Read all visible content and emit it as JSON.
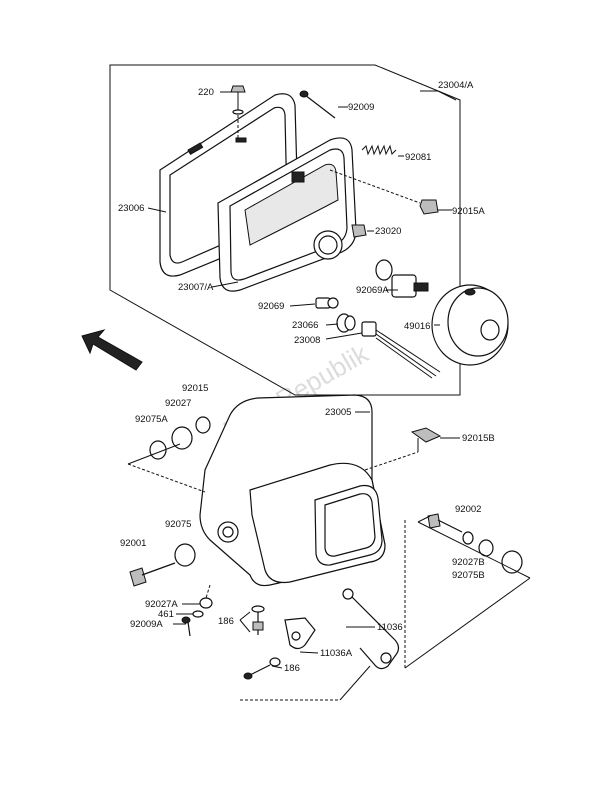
{
  "watermark": "PartsRepublik",
  "labels": {
    "p220": "220",
    "p92009": "92009",
    "p23004A": "23004/A",
    "p92081": "92081",
    "p23006": "23006",
    "p92015A": "92015A",
    "p23020": "23020",
    "p23007A": "23007/A",
    "p92069A": "92069A",
    "p92069": "92069",
    "p49016": "49016",
    "p23066": "23066",
    "p23008": "23008",
    "p92015": "92015",
    "p92027": "92027",
    "p92075A": "92075A",
    "p23005": "23005",
    "p92015B": "92015B",
    "p92002": "92002",
    "p92075": "92075",
    "p92001": "92001",
    "p92027B": "92027B",
    "p92075B": "92075B",
    "p92027A": "92027A",
    "p461": "461",
    "p92009A": "92009A",
    "p186a": "186",
    "p11036": "11036",
    "p11036A": "11036A",
    "p186b": "186"
  },
  "arrow_icon": "front-direction-arrow",
  "colors": {
    "line": "#111111",
    "watermark": "#dcdcdc"
  }
}
